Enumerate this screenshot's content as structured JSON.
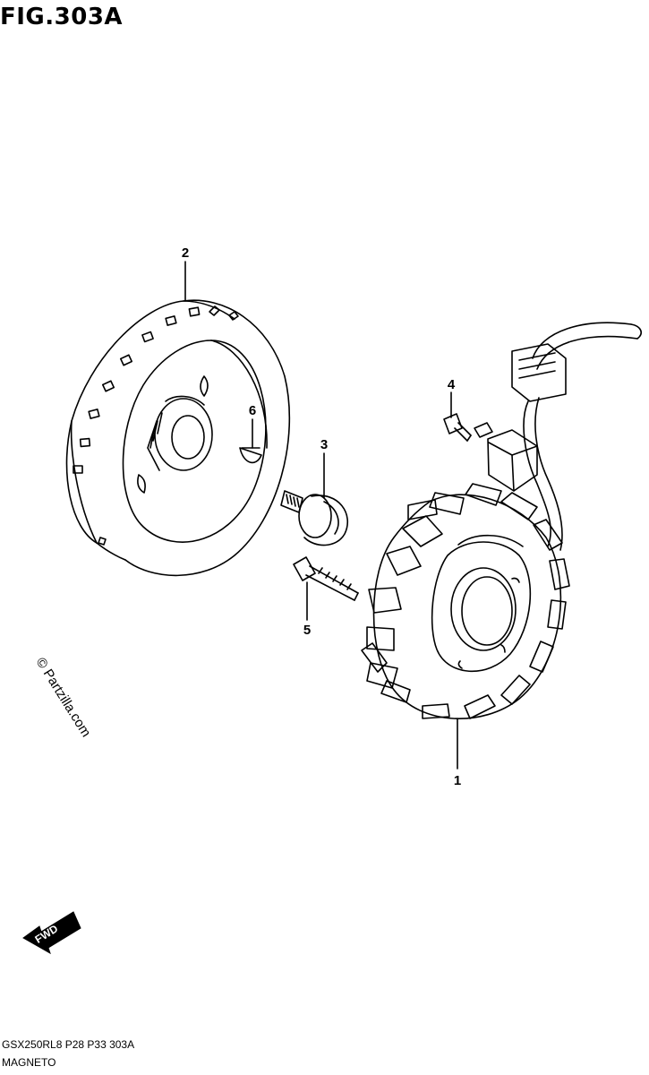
{
  "figure": {
    "title": "FIG.303A"
  },
  "callouts": [
    {
      "id": "1",
      "label": "1"
    },
    {
      "id": "2",
      "label": "2"
    },
    {
      "id": "3",
      "label": "3"
    },
    {
      "id": "4",
      "label": "4"
    },
    {
      "id": "5",
      "label": "5"
    },
    {
      "id": "6",
      "label": "6"
    }
  ],
  "watermark": "© Partzilla.com",
  "direction_badge": {
    "text": "FWD"
  },
  "footer": {
    "code": "GSX250RL8  P28  P33  303A",
    "caption": "MAGNETO"
  },
  "colors": {
    "line": "#000000",
    "background": "#ffffff"
  }
}
